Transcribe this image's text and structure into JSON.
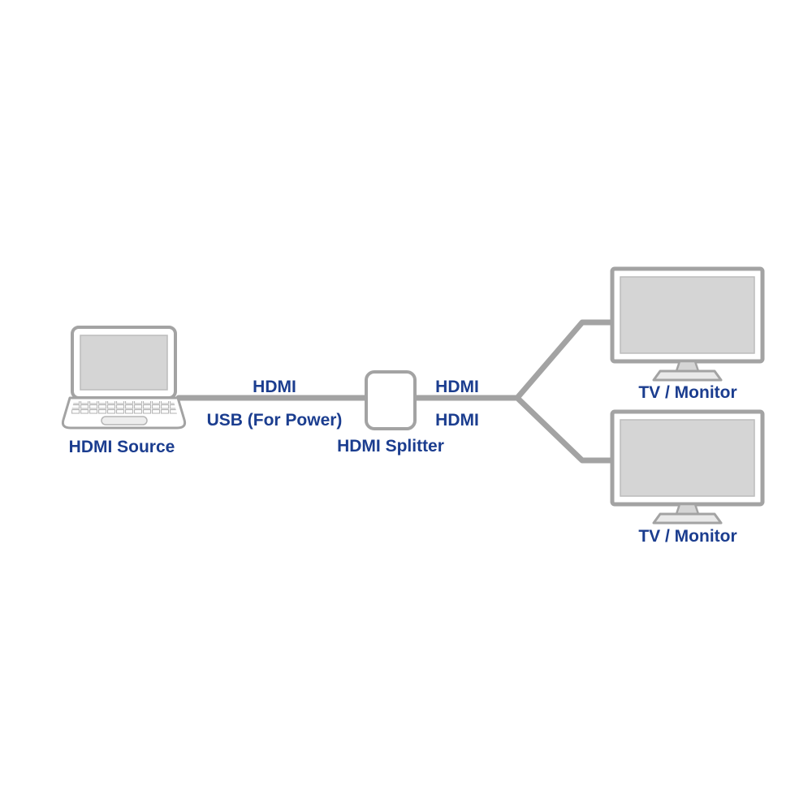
{
  "diagram": {
    "colors": {
      "outline": "#a3a3a3",
      "screen_fill": "#d5d5d5",
      "label_text": "#1b3d8f",
      "background": "#ffffff"
    },
    "nodes": {
      "source_label": "HDMI Source",
      "splitter_label": "HDMI Splitter",
      "monitor_top_label": "TV / Monitor",
      "monitor_bottom_label": "TV / Monitor"
    },
    "cables": {
      "input_hdmi_label": "HDMI",
      "input_usb_label": "USB (For Power)",
      "output_top_label": "HDMI",
      "output_bottom_label": "HDMI"
    }
  }
}
